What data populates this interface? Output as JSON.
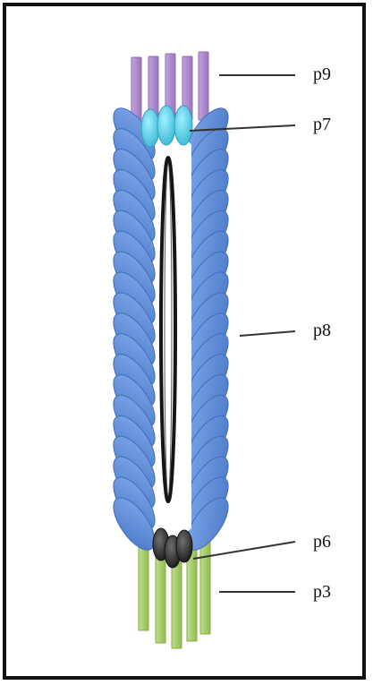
{
  "labels": {
    "p9": "p9",
    "p7": "p7",
    "p8": "p8",
    "p6": "p6",
    "p3": "p3"
  },
  "colors": {
    "p9": "#b08ad0",
    "p7": "#5fd0e8",
    "p8": "#5b8edb",
    "p6": "#2a2a2a",
    "p3": "#a6cc66",
    "core": "#151515"
  }
}
